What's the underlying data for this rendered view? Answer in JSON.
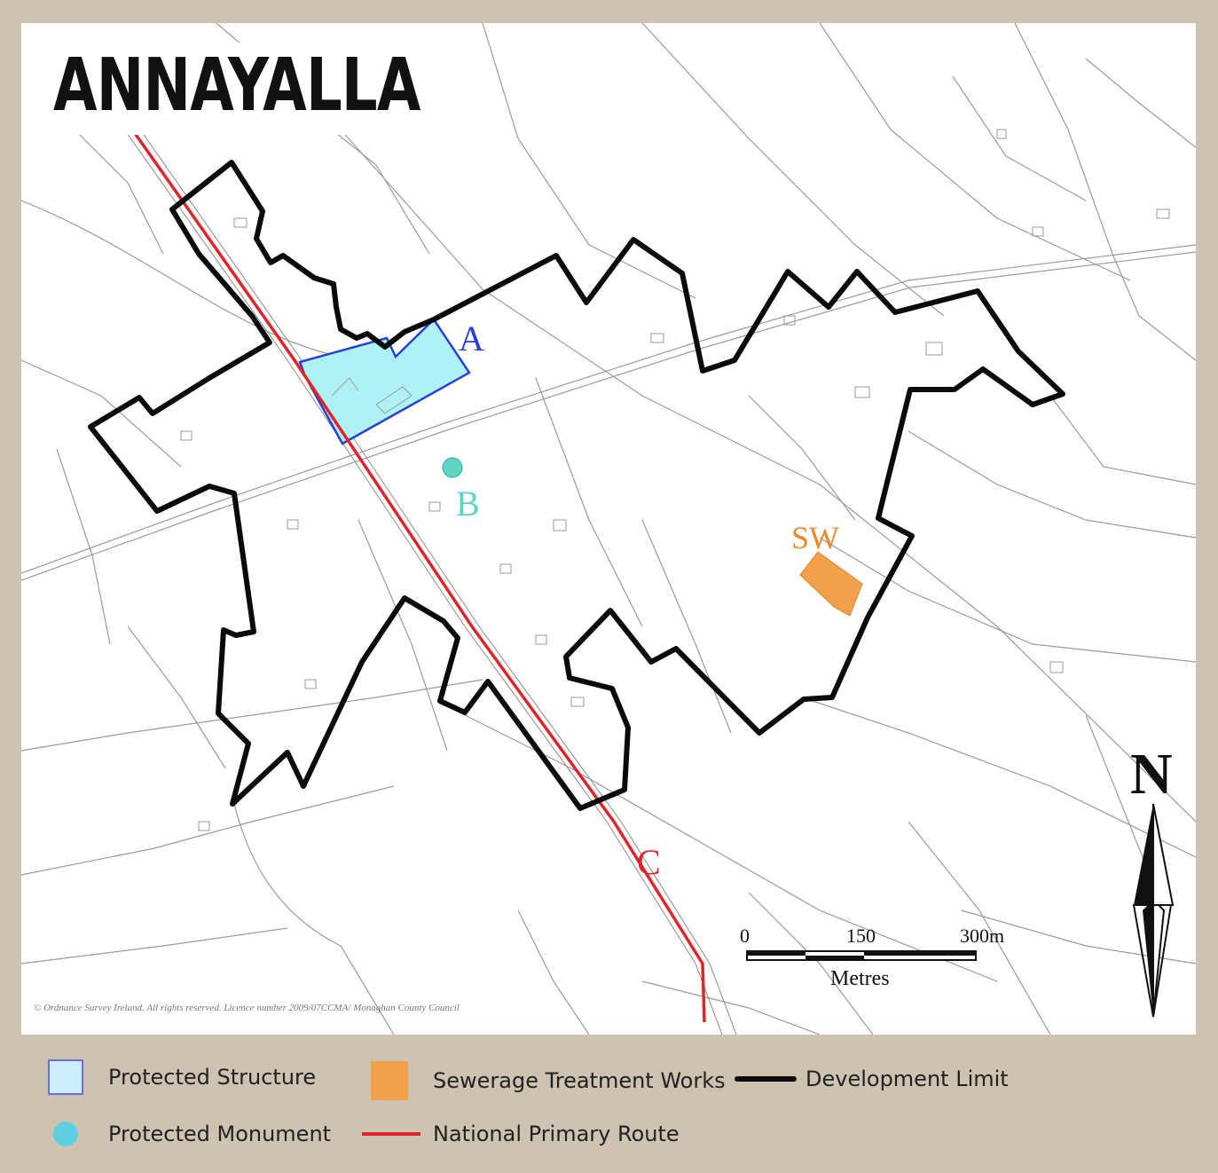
{
  "map": {
    "title": "ANNAYALLA",
    "markers": {
      "a": "A",
      "b": "B",
      "c": "C",
      "sw": "SW"
    },
    "scale_bar": {
      "ticks": [
        "0",
        "150",
        "300m"
      ],
      "units": "Metres"
    },
    "north_arrow": "N",
    "copyright": "© Ordnance Survey Ireland. All rights reserved. Licence number 2009/07CCMA/ Monaghan County Council"
  },
  "legend": {
    "protected_structure": "Protected Structure",
    "sewerage_treatment_works": "Sewerage Treatment Works",
    "development_limit": "Development Limit",
    "protected_monument": "Protected Monument",
    "national_primary_route": "National Primary Route"
  },
  "colors": {
    "background": "#cdc3b0",
    "protected_structure_fill": "#aef2f5",
    "protected_structure_outline": "#2a3fd4",
    "protected_monument": "#5cd6c2",
    "sewerage_treatment_works": "#f2a04a",
    "development_limit": "#0a0a0a",
    "national_primary_route": "#e0242a",
    "marker_a": "#2a3fd4",
    "marker_b": "#5cd6c2",
    "marker_c": "#e0242a",
    "marker_sw": "#f0862a"
  },
  "icons": {
    "protected_structure": "light-blue-square-icon",
    "protected_monument": "teal-circle-icon",
    "sewerage_treatment_works": "orange-square-icon",
    "development_limit": "black-line-icon",
    "national_primary_route": "red-line-icon",
    "north_arrow": "north-arrow-icon"
  }
}
